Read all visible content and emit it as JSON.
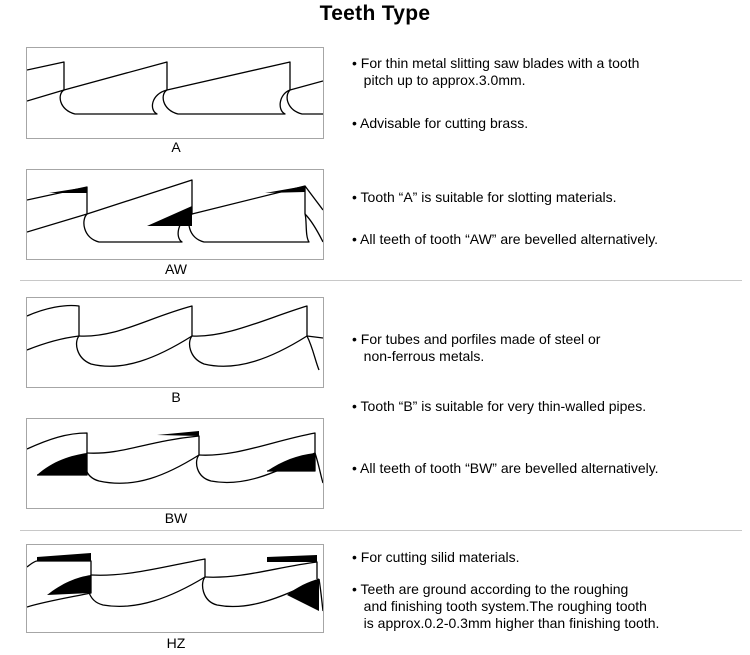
{
  "title": "Teeth Type",
  "teeth": [
    {
      "label": "A"
    },
    {
      "label": "AW"
    },
    {
      "label": "B"
    },
    {
      "label": "BW"
    },
    {
      "label": "HZ"
    }
  ],
  "notes": [
    "• For thin metal slitting saw blades with a tooth\n   pitch up to approx.3.0mm.",
    "• Advisable for cutting brass.",
    "• Tooth “A” is suitable for slotting materials.",
    "• All teeth of tooth “AW” are bevelled alternatively.",
    "• For tubes and porfiles made of steel or\n   non-ferrous metals.",
    "• Tooth “B” is suitable for very thin-walled pipes.",
    "• All teeth of tooth “BW” are bevelled alternatively.",
    "• For cutting silid materials.",
    "• Teeth are ground according to the roughing\n   and finishing tooth system.The roughing tooth\n   is approx.0.2-0.3mm higher than finishing tooth."
  ]
}
